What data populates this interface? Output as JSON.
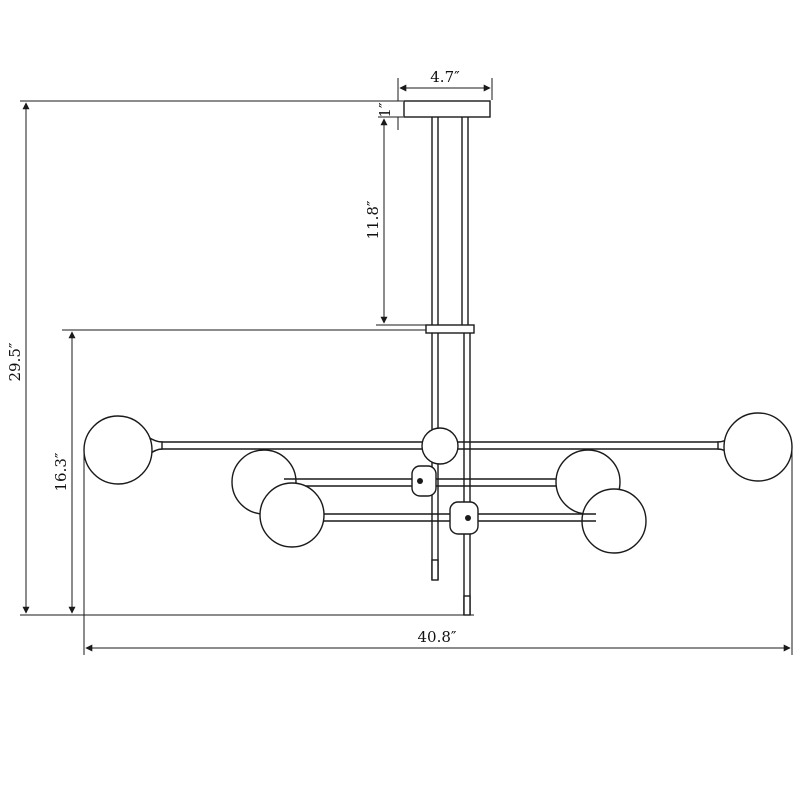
{
  "figure": {
    "dimensions": {
      "canopy_width": "4.7″",
      "canopy_height": "1″",
      "upper_rod": "11.8″",
      "overall_height": "29.5″",
      "body_height": "16.3″",
      "overall_width": "40.8″"
    },
    "colors": {
      "stroke": "#1a1a1a",
      "background": "#ffffff"
    }
  }
}
